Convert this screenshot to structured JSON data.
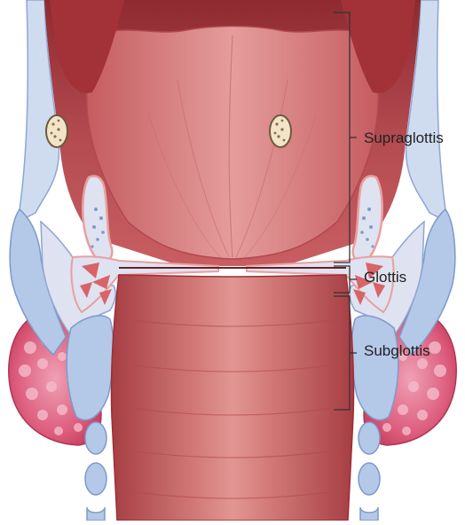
{
  "diagram": {
    "labels": {
      "supraglottis": "Supraglottis",
      "glottis": "Glottis",
      "subglottis": "Subglottis"
    },
    "colors": {
      "mucosa": "#c4565e",
      "mucosa_dark": "#9c2e36",
      "mucosa_light": "#e29a9a",
      "cartilage": "#b4c8e8",
      "cartilage_edge": "#7d9acb",
      "thyroid_gland": "#dc5c7c",
      "bracket": "#333333"
    }
  }
}
